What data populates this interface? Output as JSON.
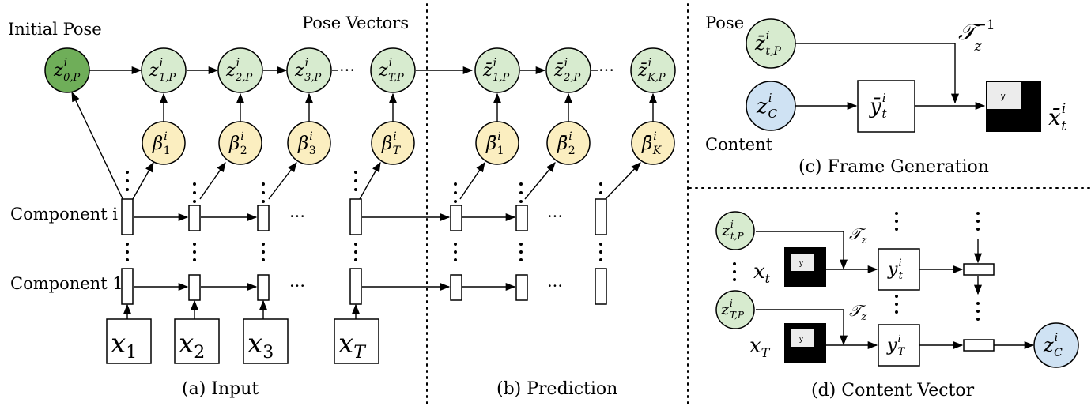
{
  "colors": {
    "pose_node": "#d7ebcf",
    "initial_pose_node": "#6fae59",
    "beta_node": "#fbeec0",
    "content_node": "#cfe2f3"
  },
  "labels": {
    "initial_pose": "Initial Pose",
    "pose_vectors": "Pose Vectors",
    "component_i": "Component i",
    "component_1": "Component 1",
    "pose": "Pose",
    "content": "Content",
    "ellipsis": "···"
  },
  "captions": {
    "a": "(a) Input",
    "b": "(b) Prediction",
    "c": "(c) Frame Generation",
    "d": "(d) Content Vector"
  },
  "panel_a": {
    "z_nodes": [
      {
        "base": "z",
        "sup": "i",
        "sub": "0,P"
      },
      {
        "base": "z",
        "sup": "i",
        "sub": "1,P"
      },
      {
        "base": "z",
        "sup": "i",
        "sub": "2,P"
      },
      {
        "base": "z",
        "sup": "i",
        "sub": "3,P"
      },
      {
        "base": "z",
        "sup": "i",
        "sub": "T,P"
      }
    ],
    "beta_nodes": [
      {
        "base": "β",
        "sup": "i",
        "sub": "1"
      },
      {
        "base": "β",
        "sup": "i",
        "sub": "2"
      },
      {
        "base": "β",
        "sup": "i",
        "sub": "3"
      },
      {
        "base": "β",
        "sup": "i",
        "sub": "T"
      }
    ],
    "inputs": [
      {
        "base": "x",
        "sub": "1"
      },
      {
        "base": "x",
        "sub": "2"
      },
      {
        "base": "x",
        "sub": "3"
      },
      {
        "base": "x",
        "sub": "T"
      }
    ]
  },
  "panel_b": {
    "z_nodes": [
      {
        "base": "z̄",
        "sup": "i",
        "sub": "1,P"
      },
      {
        "base": "z̄",
        "sup": "i",
        "sub": "2,P"
      },
      {
        "base": "z̄",
        "sup": "i",
        "sub": "K,P"
      }
    ],
    "beta_nodes": [
      {
        "base": "β̄",
        "sup": "i",
        "sub": "1"
      },
      {
        "base": "β̄",
        "sup": "i",
        "sub": "2"
      },
      {
        "base": "β̄",
        "sup": "i",
        "sub": "K"
      }
    ]
  },
  "panel_c": {
    "pose_node": {
      "base": "z̄",
      "sup": "i",
      "sub": "t,P"
    },
    "content_node": {
      "base": "z",
      "sup": "i",
      "sub": "C"
    },
    "template": {
      "base": "ȳ",
      "sup": "i",
      "sub": "t"
    },
    "transform": {
      "base": "𝒯",
      "sup": "−1",
      "sub": "z"
    },
    "frame_y": "y",
    "output": {
      "base": "x̄",
      "sup": "i",
      "sub": "t"
    }
  },
  "panel_d": {
    "pose_t": {
      "base": "z",
      "sup": "i",
      "sub": "t,P"
    },
    "pose_T": {
      "base": "z",
      "sup": "i",
      "sub": "T,P"
    },
    "x_t": {
      "base": "x",
      "sub": "t"
    },
    "x_T": {
      "base": "x",
      "sub": "T"
    },
    "frame_y": "y",
    "transform": {
      "base": "𝒯",
      "sub": "z"
    },
    "y_t": {
      "base": "y",
      "sup": "i",
      "sub": "t"
    },
    "y_T": {
      "base": "y",
      "sup": "i",
      "sub": "T"
    },
    "content": {
      "base": "z",
      "sup": "i",
      "sub": "C"
    }
  }
}
